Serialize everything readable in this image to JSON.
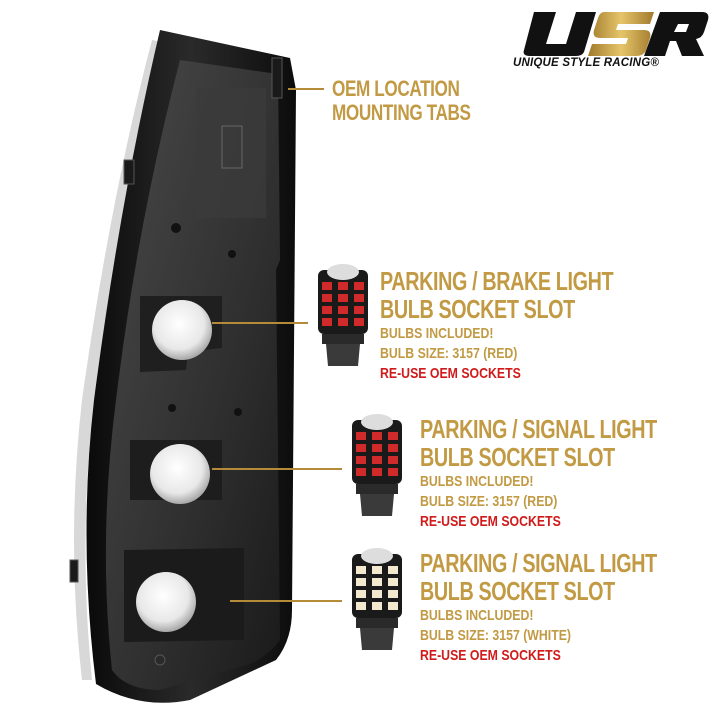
{
  "brand": {
    "tagline": "UNIQUE STYLE RACING®",
    "colors": {
      "gold": "#c29a44",
      "red": "#d11a1a",
      "black": "#111111"
    }
  },
  "tabs_callout": {
    "line1": "OEM LOCATION",
    "line2": "MOUNTING TABS"
  },
  "callouts": [
    {
      "title1": "PARKING / BRAKE LIGHT",
      "title2": "BULB SOCKET SLOT",
      "included": "BULBS INCLUDED!",
      "size": "BULB SIZE: 3157 (RED)",
      "reuse": "RE-USE OEM SOCKETS",
      "bulb_color": "red"
    },
    {
      "title1": "PARKING / SIGNAL LIGHT",
      "title2": "BULB SOCKET SLOT",
      "included": "BULBS INCLUDED!",
      "size": "BULB SIZE: 3157 (RED)",
      "reuse": "RE-USE OEM SOCKETS",
      "bulb_color": "red"
    },
    {
      "title1": "PARKING / SIGNAL LIGHT",
      "title2": "BULB SOCKET SLOT",
      "included": "BULBS INCLUDED!",
      "size": "BULB SIZE: 3157 (WHITE)",
      "reuse": "RE-USE OEM SOCKETS",
      "bulb_color": "white"
    }
  ]
}
